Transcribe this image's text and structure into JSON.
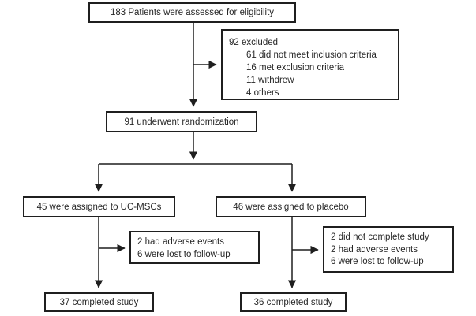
{
  "diagram_type": "CONSORT patient flow chart",
  "colors": {
    "box_border": "#1f1f1f",
    "text": "#262626",
    "background": "#ffffff",
    "connector": "#1f1f1f"
  },
  "flowchart": {
    "eligibility": {
      "text": "183 Patients were assessed for eligibility"
    },
    "excluded": {
      "title": "92 excluded",
      "items": [
        "61 did not meet inclusion criteria",
        "16 met exclusion criteria",
        "11 withdrew",
        "4 others"
      ]
    },
    "randomization": {
      "text": "91 underwent randomization"
    },
    "assign_ucmscs": {
      "text": "45 were assigned to UC-MSCs"
    },
    "assign_placebo": {
      "text": "46 were assigned to placebo"
    },
    "dropout_ucmscs": {
      "items": [
        "2 had adverse events",
        "6 were lost to follow-up"
      ]
    },
    "dropout_placebo": {
      "items": [
        "2 did not complete study",
        "2 had adverse events",
        "6 were lost to follow-up"
      ]
    },
    "completed_ucmscs": {
      "text": "37 completed study"
    },
    "completed_placebo": {
      "text": "36 completed study"
    }
  }
}
